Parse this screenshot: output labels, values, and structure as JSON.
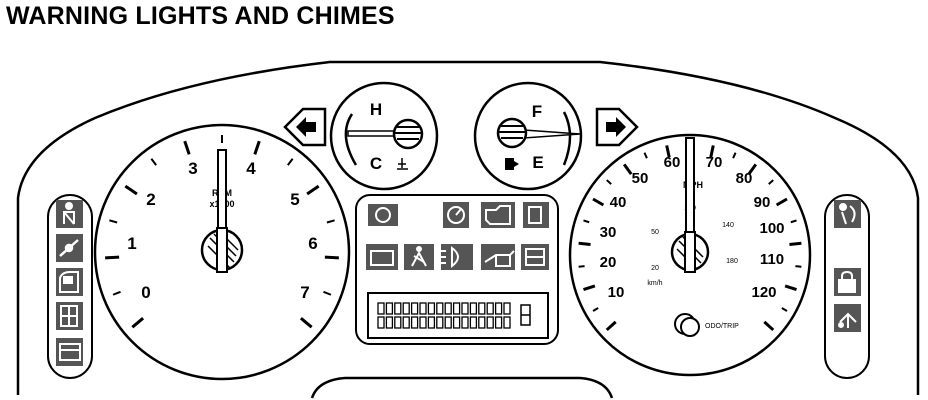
{
  "title": "WARNING LIGHTS AND CHIMES",
  "tachometer": {
    "label_line1": "RPM",
    "label_line2": "x1000",
    "numbers": [
      "0",
      "1",
      "2",
      "3",
      "4",
      "5",
      "6",
      "7"
    ]
  },
  "speedometer": {
    "unit_label": "MPH",
    "mph_numbers": [
      "10",
      "20",
      "30",
      "40",
      "50",
      "60",
      "70",
      "80",
      "90",
      "100",
      "110",
      "120"
    ],
    "kmh_numbers": [
      "20",
      "50",
      "100",
      "140",
      "180"
    ],
    "kmh_label": "km/h",
    "odo_label": "ODO/TRIP"
  },
  "temperature_gauge": {
    "hot_label": "H",
    "cold_label": "C"
  },
  "fuel_gauge": {
    "full_label": "F",
    "empty_label": "E"
  },
  "icons": {
    "left_column": [
      "seatbelt-warning-icon",
      "brake-warning-icon",
      "door-ajar-icon",
      "overdrive-off-icon",
      "low-washer-fluid-icon"
    ],
    "right_column": [
      "airbag-warning-icon",
      "security-lock-icon",
      "cruise-control-icon"
    ],
    "center_panel": [
      "anti-lock-brake-icon",
      "speed-control-icon",
      "check-engine-icon",
      "low-fuel-icon",
      "charging-system-icon",
      "seatbelt-reminder-icon",
      "headlamp-icon",
      "oil-pressure-icon",
      "four-wheel-drive-icon"
    ]
  }
}
